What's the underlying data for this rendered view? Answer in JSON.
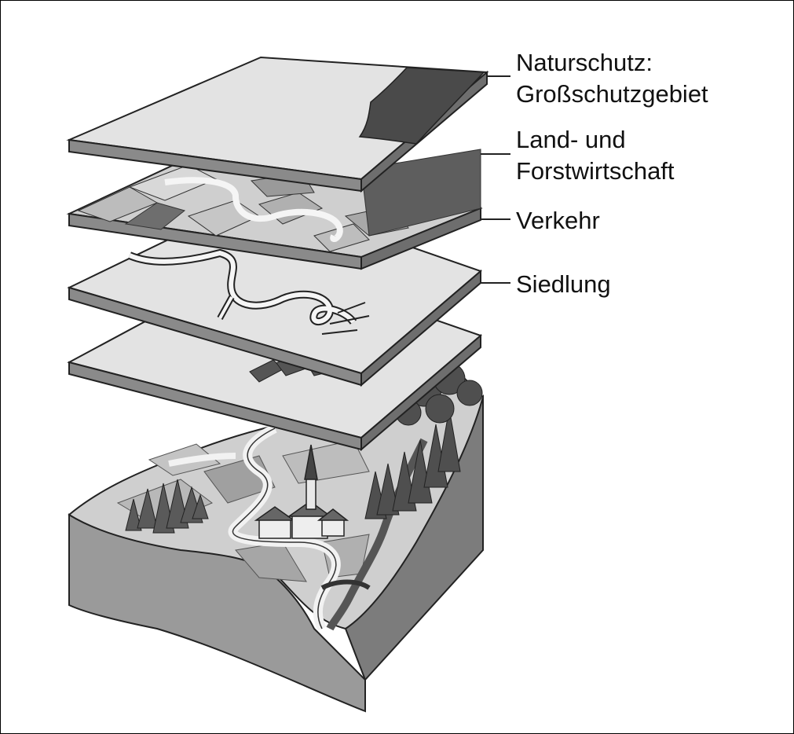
{
  "layers": [
    {
      "id": "naturschutz",
      "lines": [
        "Naturschutz:",
        "Großschutzgebiet"
      ]
    },
    {
      "id": "landwirtschaft",
      "lines": [
        "Land- und",
        "Forstwirtschaft"
      ]
    },
    {
      "id": "verkehr",
      "lines": [
        "Verkehr"
      ]
    },
    {
      "id": "siedlung",
      "lines": [
        "Siedlung"
      ]
    }
  ],
  "colors": {
    "plate_top": "#e3e3e3",
    "plate_edge": "#8a8a8a",
    "protected_area": "#4a4a4a",
    "field_dark": "#7a7a7a",
    "field_light": "#d6d6d6",
    "terrain_side": "#9a9a9a",
    "building": "#555555",
    "tree": "#5a5a5a"
  }
}
